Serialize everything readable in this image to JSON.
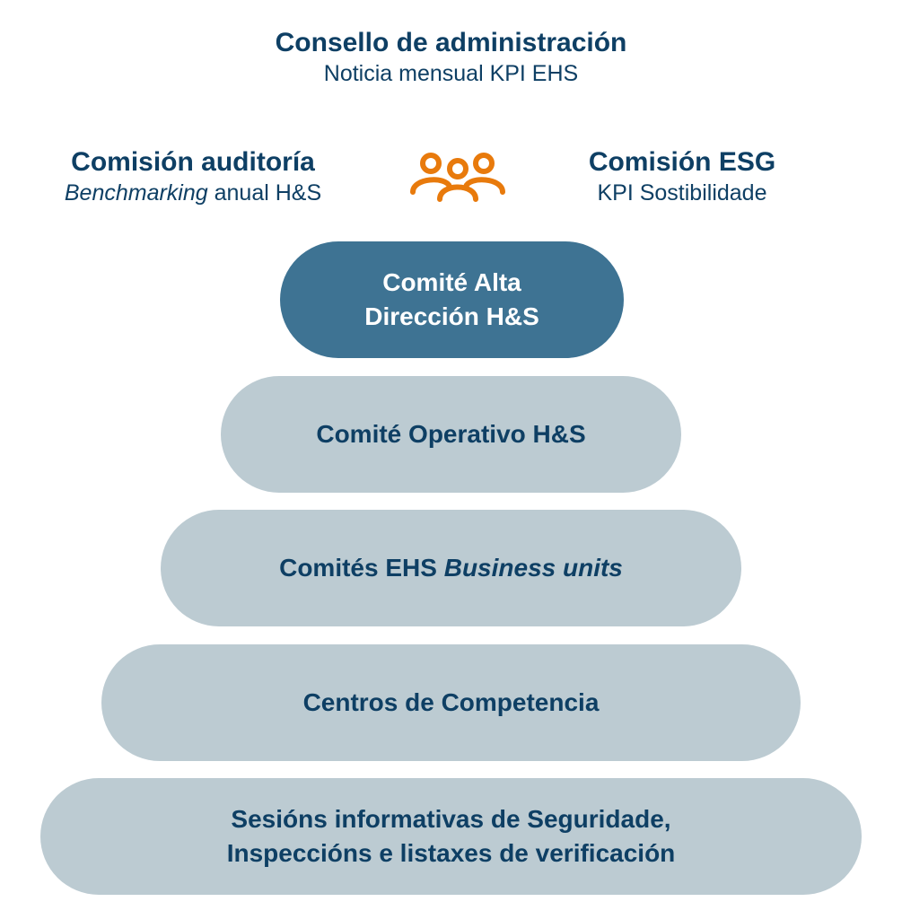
{
  "board": {
    "title": "Consello de administración",
    "subtitle": "Noticia mensual KPI EHS"
  },
  "audit": {
    "title": "Comisión auditoría",
    "subtitle_italic": "Benchmarking",
    "subtitle_rest": " anual H&S"
  },
  "esg": {
    "title": "Comisión ESG",
    "subtitle": "KPI Sostibilidade"
  },
  "icon": {
    "name": "people-group-icon",
    "color": "#e87a0c"
  },
  "levels": [
    {
      "line1": "Comité Alta",
      "line2": "Dirección H&S"
    },
    {
      "label": "Comité Operativo H&S"
    },
    {
      "label": "Comités EHS ",
      "label_italic": "Business units"
    },
    {
      "label": "Centros de Competencia"
    },
    {
      "line1": "Sesións informativas de Seguridade,",
      "line2": "Inspeccións e listaxes de verificación"
    }
  ]
}
